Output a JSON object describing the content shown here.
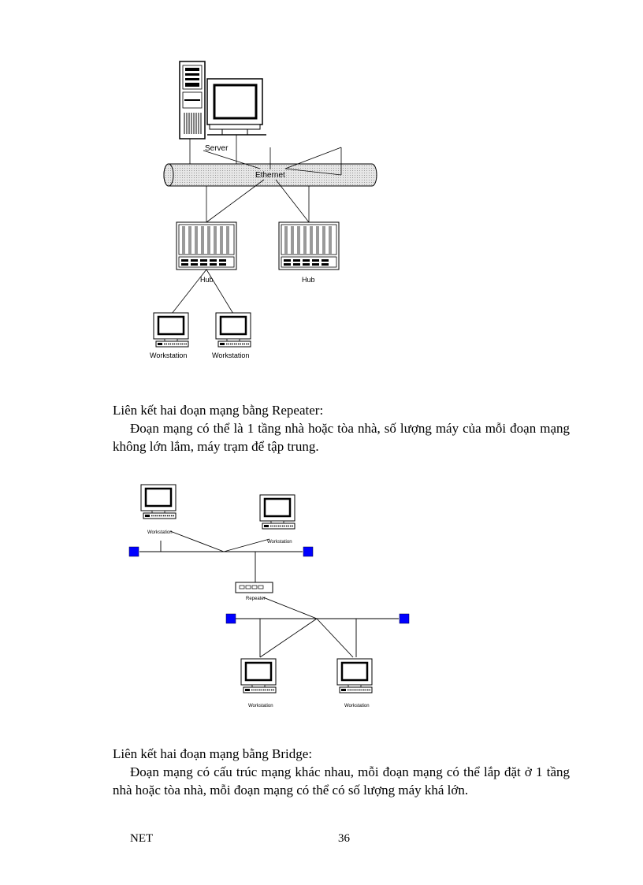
{
  "diagram1": {
    "server_label": "Server",
    "backbone_label": "Ethernet",
    "hub_labels": [
      "Hub",
      "Hub"
    ],
    "workstation_labels": [
      "Workstation",
      "Workstation"
    ]
  },
  "diagram2": {
    "workstation_labels": [
      "Workstation",
      "Workstation",
      "Workstation",
      "Workstation"
    ],
    "device_label": "Repeater"
  },
  "section1": {
    "heading": "Liên kết hai đoạn mạng bằng Repeater:",
    "paragraph": "Đoạn mạng có thể là 1 tầng nhà hoặc tòa nhà, số lượng máy của mỗi đoạn mạng không lớn lắm, máy trạm để tập trung."
  },
  "section2": {
    "heading": "Liên kết hai đoạn mạng bằng Bridge:",
    "paragraph": "Đoạn mạng có cấu trúc mạng khác nhau, mỗi đoạn mạng  có thể lắp đặt ở  1 tầng nhà hoặc tòa nhà, mỗi đoạn mạng có thể có số lượng máy khá lớn."
  },
  "footer": {
    "left": "NET",
    "page_number": "36"
  },
  "colors": {
    "terminator": "#0000ff",
    "backbone_fill": "#d9d9d9"
  }
}
